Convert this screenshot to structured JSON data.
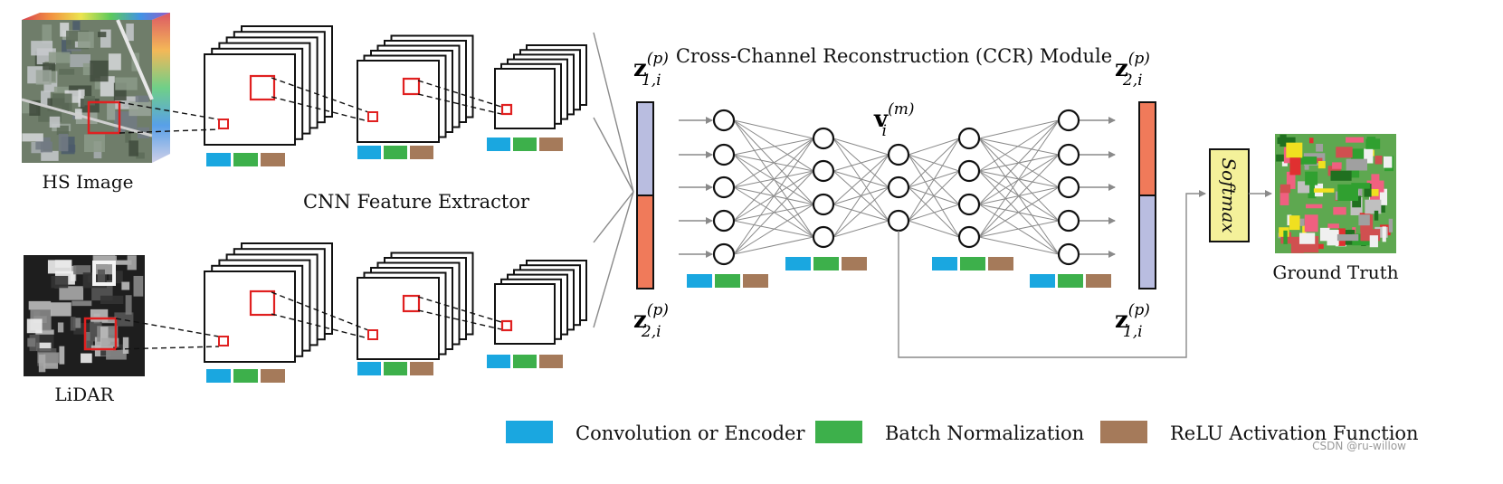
{
  "labels": {
    "hs_image": "HS Image",
    "lidar": "LiDAR",
    "cnn": "CNN Feature Extractor",
    "ccr": "Cross-Channel Reconstruction (CCR) Module",
    "softmax": "Softmax",
    "ground_truth": "Ground Truth"
  },
  "math": {
    "z1": {
      "base": "z",
      "sup": "(p)",
      "sub": "1,i"
    },
    "z2": {
      "base": "z",
      "sup": "(p)",
      "sub": "2,i"
    },
    "v": {
      "base": "v",
      "sup": "(m)",
      "sub": "i"
    },
    "z2_out": {
      "base": "z",
      "sup": "(p)",
      "sub": "2,i"
    },
    "z1_out": {
      "base": "z",
      "sup": "(p)",
      "sub": "1,i"
    }
  },
  "legend": [
    {
      "label": "Convolution or Encoder",
      "color": "#1aa7e0"
    },
    {
      "label": "Batch Normalization",
      "color": "#3db04b"
    },
    {
      "label": "ReLU Activation Function",
      "color": "#a57a5a"
    }
  ],
  "colors": {
    "hs_vector": "#b9bde0",
    "lidar_vector": "#f07a5a",
    "softmax_fill": "#f4f19a",
    "patch_red": "#e02020"
  },
  "network_layers": [
    5,
    4,
    3,
    4,
    5
  ],
  "watermark": "CSDN @ru-willow"
}
